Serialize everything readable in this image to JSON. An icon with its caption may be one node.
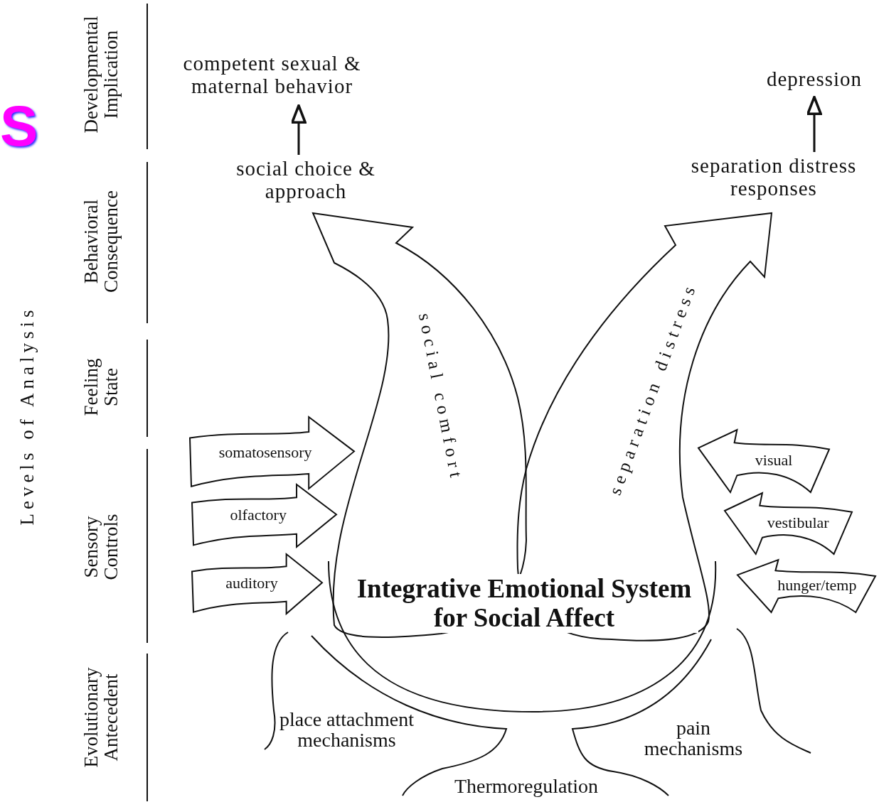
{
  "diagram": {
    "nodes": [
      {
        "text": [
          "Integrative Emotional System for Social Affect"
        ]
      },
      {
        "text": [
          "social comfort"
        ]
      },
      {
        "text": [
          "separation distress"
        ]
      },
      {
        "text": [
          "social choice & approach"
        ]
      },
      {
        "text": [
          "separation distress responses"
        ]
      },
      {
        "text": [
          "competent sexual & maternal behavior"
        ]
      },
      {
        "text": [
          "depression"
        ]
      },
      {
        "text": [
          "somatosensory"
        ]
      },
      {
        "text": [
          "olfactory"
        ]
      },
      {
        "text": [
          "auditory"
        ]
      },
      {
        "text": [
          "visual"
        ]
      },
      {
        "text": [
          "vestibular"
        ]
      },
      {
        "text": [
          "hunger/temp"
        ]
      }
    ],
    "edges": [
      {
        "from": 3,
        "to": 5,
        "arrow": "to"
      },
      {
        "from": 4,
        "to": 6,
        "arrow": "to"
      }
    ],
    "labels": [
      "S",
      "Levels of Analysis",
      "Developmental Implication",
      "Behavioral Consequence",
      "Feeling State",
      "Sensory Controls",
      "Evolutionary Antecedent",
      "place attachment mechanisms",
      "pain mechanisms",
      "Thermoregulation"
    ]
  }
}
